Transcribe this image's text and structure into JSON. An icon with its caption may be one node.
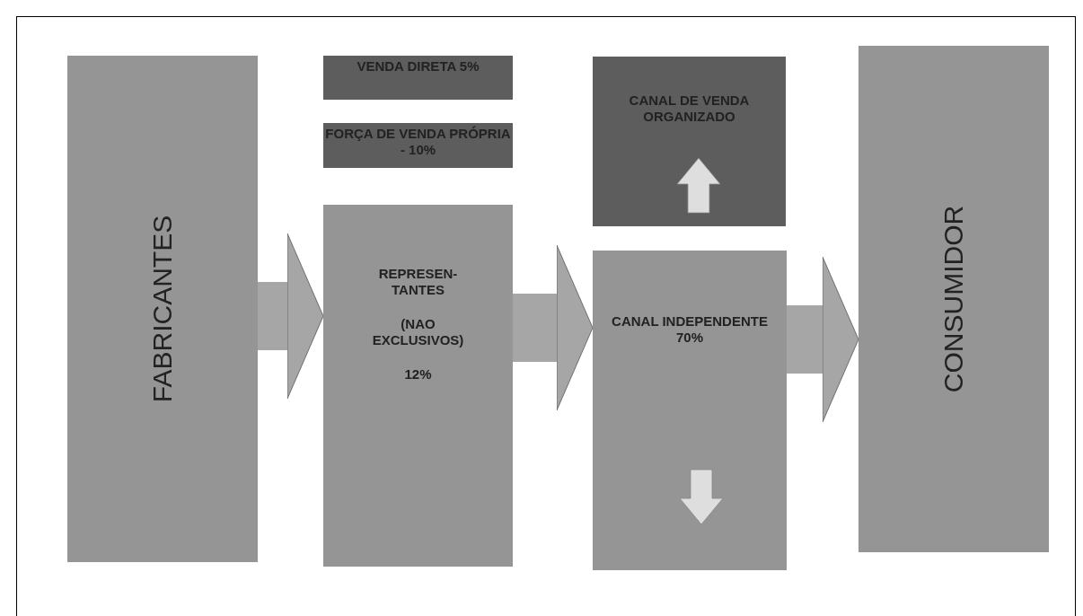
{
  "diagram": {
    "nodes": [
      {
        "text": [
          "FABRICANTES"
        ]
      },
      {
        "text": [
          "VENDA DIRETA 5%"
        ]
      },
      {
        "text": [
          "FORÇA DE VENDA PRÓPRIA - 10%"
        ]
      },
      {
        "text": [
          "REPRESEN- TANTES",
          "(NAO EXCLUSIVOS)",
          "12%"
        ]
      },
      {
        "text": [
          "CANAL DE VENDA ORGANIZADO"
        ]
      },
      {
        "text": [
          "CANAL INDEPENDENTE 70%"
        ]
      },
      {
        "text": [
          "CONSUMIDOR"
        ]
      }
    ],
    "edges": [
      {
        "from": 0,
        "to": 3,
        "arrow": "to"
      },
      {
        "from": 3,
        "to": 5,
        "arrow": "to"
      },
      {
        "from": 5,
        "to": 6,
        "arrow": "to"
      }
    ]
  }
}
